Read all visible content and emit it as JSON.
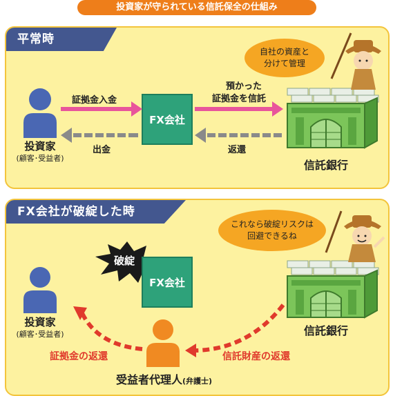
{
  "title": "投資家が守られている信託保全の仕組み",
  "normal": {
    "label": "平常時",
    "investor": {
      "name": "投資家",
      "sub": "(顧客･受益者)"
    },
    "fx": "FX会社",
    "bank": "信託銀行",
    "arrow_deposit": "証拠金入金",
    "arrow_trust_1": "預かった",
    "arrow_trust_2": "証拠金を信託",
    "arrow_withdraw": "出金",
    "arrow_return": "返還",
    "bubble_1": "自社の資産と",
    "bubble_2": "分けて管理"
  },
  "bankrupt": {
    "label": "FX会社が破綻した時",
    "burst": "破綻",
    "investor": {
      "name": "投資家",
      "sub": "(顧客･受益者)"
    },
    "fx": "FX会社",
    "bank": "信託銀行",
    "agent_main": "受益者代理人",
    "agent_sub": "(弁護士)",
    "return_left": "証拠金の返還",
    "return_right": "信託財産の返還",
    "bubble_1": "これなら破綻リスクは",
    "bubble_2": "回避できるね"
  },
  "colors": {
    "panel_bg": "#fdf2a0",
    "header_blue": "#43578f",
    "title_orange": "#ee7e1a",
    "fx_green": "#2ea27a",
    "person_blue": "#4a67b3",
    "agent_orange": "#f08a22",
    "arrow_pink": "#e8559b",
    "arrow_gray": "#8a8a8a",
    "arrow_red": "#e03a2c"
  }
}
